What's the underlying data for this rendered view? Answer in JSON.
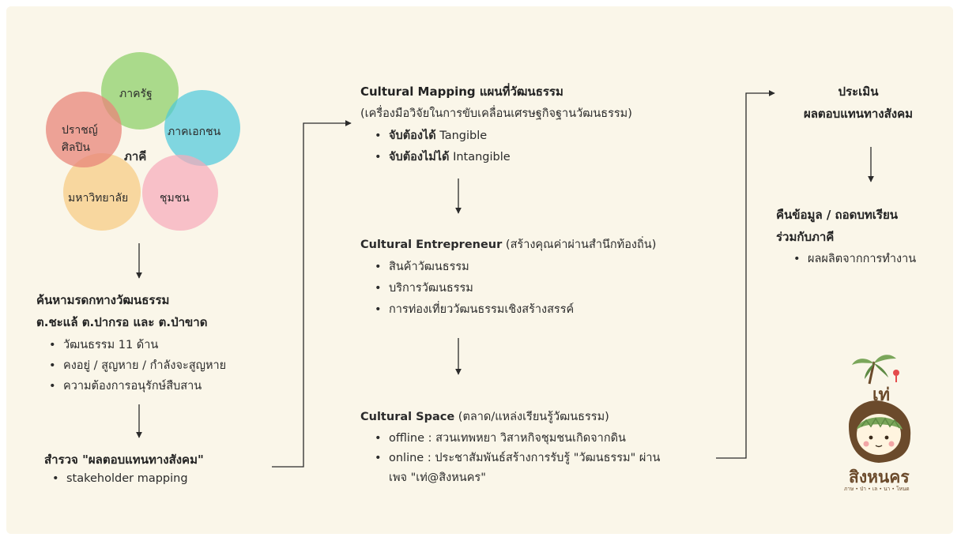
{
  "partners": {
    "center": "ภาคี",
    "government": "ภาครัฐ",
    "private": "ภาคเอกชน",
    "community": "ชุมชน",
    "university": "มหาวิทยาลัย",
    "sage_line1": "ปราชญ์",
    "sage_line2": "ศิลปิน"
  },
  "heritage": {
    "title_line1": "ค้นหามรดกทางวัฒนธรรม",
    "title_line2": "ต.ชะแล้ ต.ปากรอ และ ต.ป่าขาด",
    "bullets": [
      "วัฒนธรรม 11 ด้าน",
      "คงอยู่ / สูญหาย / กำลังจะสูญหาย",
      "ความต้องการอนุรักษ์สืบสาน"
    ]
  },
  "survey": {
    "title": "สำรวจ \"ผลตอบแทนทางสังคม\"",
    "bullets": [
      "stakeholder mapping"
    ]
  },
  "mapping": {
    "title": "Cultural Mapping  แผนที่วัฒนธรรม",
    "subtitle": "(เครื่องมือวิจัยในการขับเคลื่อนเศรษฐกิจฐานวัฒนธรรม)",
    "b1_bold": "จับต้องได้",
    "b1_text": " Tangible",
    "b2_bold": "จับต้องไม่ได้",
    "b2_text": " Intangible"
  },
  "entrepreneur": {
    "title": "Cultural Entrepreneur",
    "title_note": " (สร้างคุณค่าผ่านสำนึกท้องถิ่น)",
    "bullets": [
      "สินค้าวัฒนธรรม",
      "บริการวัฒนธรรม",
      "การท่องเที่ยววัฒนธรรมเชิงสร้างสรรค์"
    ]
  },
  "space": {
    "title": "Cultural Space",
    "title_note": " (ตลาด/แหล่งเรียนรู้วัฒนธรรม)",
    "bullet1": "offline : สวนเทพหยา วิสาหกิจชุมชนเกิดจากดิน",
    "bullet2_line1": "online : ประชาสัมพันธ์สร้างการรับรู้ \"วัฒนธรรม\" ผ่าน",
    "bullet2_line2": "เพจ \"เท่@สิงหนคร\""
  },
  "evaluate": {
    "line1": "ประเมิน",
    "line2": "ผลตอบแทนทางสังคม"
  },
  "giveback": {
    "line1": "คืนข้อมูล / ถอดบทเรียน",
    "line2": "ร่วมกับภาคี",
    "bullets": [
      "ผลผลิตจากการทำงาน"
    ]
  },
  "logo": {
    "top_text": "เท่",
    "name": "สิงหนคร",
    "tagline": "ภาษ • ป่า • เล • นา • โหนด"
  },
  "colors": {
    "background": "#faf6e9",
    "government": "#8fd06b",
    "private": "#4cc9dc",
    "community": "#f6aab9",
    "university": "#f7cc86",
    "sage": "#e8857a",
    "logo_brown": "#6b4a2b",
    "logo_green": "#7aa65a"
  }
}
